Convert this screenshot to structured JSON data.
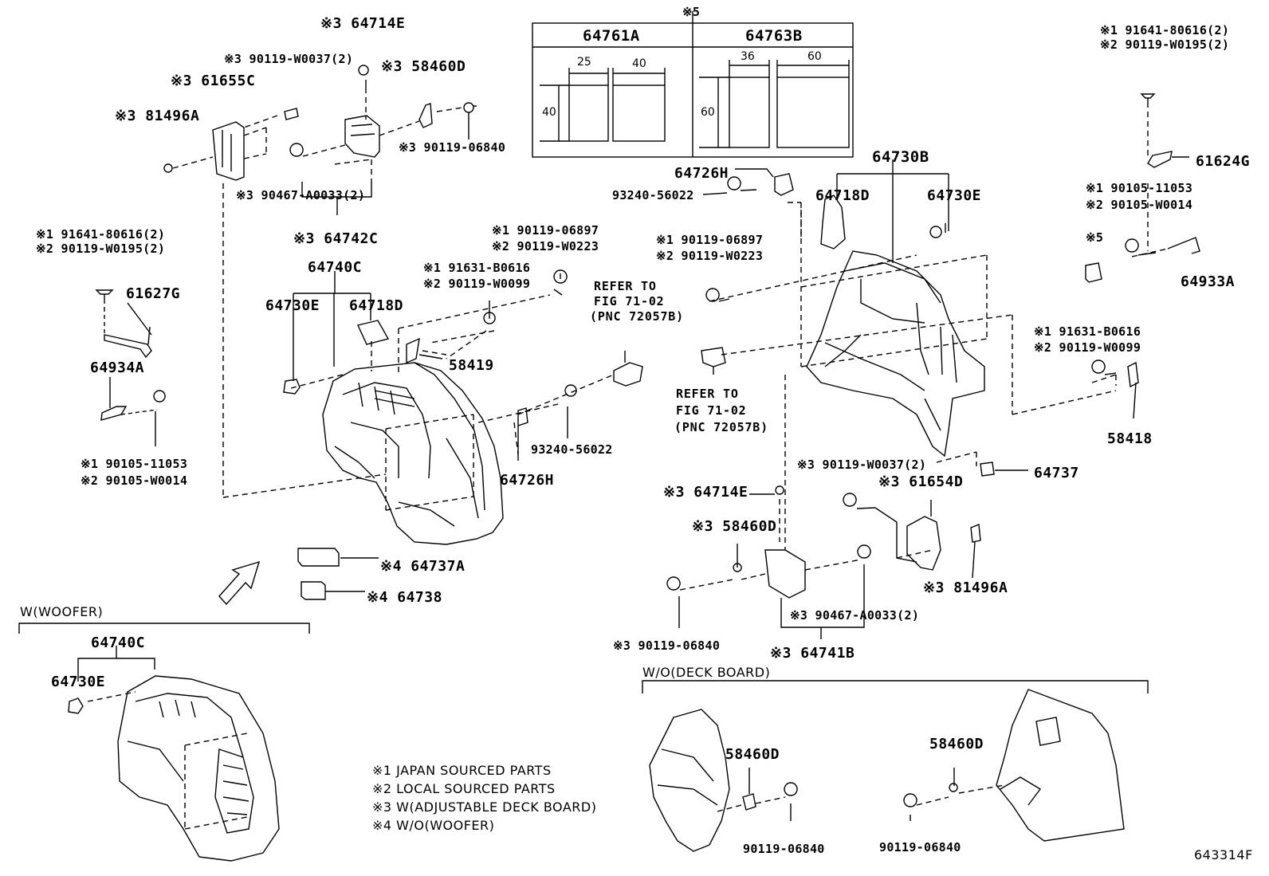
{
  "top_left": {
    "c64714E": "※3 64714E",
    "c61655C": "※3 61655C",
    "c90119W0037": "※3 90119-W0037(2)",
    "c58460D": "※3 58460D",
    "c81496A": "※3 81496A",
    "c90119_06840": "※3 90119-06840",
    "c90467A0033": "※3 90467-A0033(2)",
    "c64742C": "※3 64742C"
  },
  "table": {
    "top_note": "※5",
    "col1_header": "64761A",
    "col2_header": "64763B",
    "col1_dims": [
      "25",
      "40",
      "40"
    ],
    "col2_dims": [
      "36",
      "60",
      "60"
    ]
  },
  "left_parts": {
    "a91641": "※1 91641-80616(2)",
    "a90119W0195": "※2 90119-W0195(2)",
    "p61627G": "61627G",
    "p64934A": "64934A",
    "a90105_11053": "※1  90105-11053",
    "a90105W0014": "※2  90105-W0014"
  },
  "center_parts": {
    "p64740C": "64740C",
    "p64730E": "64730E",
    "p64718D": "64718D",
    "p58419": "58419",
    "b91631": "※1 91631-B0616",
    "b90119W0099": "※2 90119-W0099",
    "b90119_06897": "※1 90119-06897",
    "b90119W0223": "※2 90119-W0223",
    "p93240": "93240-56022",
    "p64726H": "64726H",
    "ref_line1": "REFER TO",
    "ref_line2": "FIG 71-02",
    "ref_line3": "(PNC 72057B)",
    "p64737A": "※4 64737A",
    "p64738": "※4 64738"
  },
  "right_parts": {
    "p64726H": "64726H",
    "p93240": "93240-56022",
    "p64730B": "64730B",
    "p64718D": "64718D",
    "p64730E": "64730E",
    "r90119_06897": "※1 90119-06897",
    "r90119W0223": "※2 90119-W0223",
    "ref_line1": "REFER TO",
    "ref_line2": "FIG 71-02",
    "ref_line3": "(PNC 72057B)",
    "r91641": "※1 91641-80616(2)",
    "r90119W0195": "※2 90119-W0195(2)",
    "p61624G": "61624G",
    "r90105_11053": "※1 90105-11053",
    "r90105W0014": "※2 90105-W0014",
    "s5": "※5",
    "p64933A": "64933A",
    "r91631": "※1 91631-B0616",
    "r90119W0099": "※2 90119-W0099",
    "p58418": "58418",
    "p64737": "64737",
    "r90119W0037": "※3 90119-W0037(2)",
    "r61654D": "※3 61654D",
    "r64714E": "※3 64714E",
    "r58460D": "※3 58460D",
    "r81496A": "※3 81496A",
    "r90467A0033": "※3 90467-A0033(2)",
    "r90119_06840": "※3 90119-06840",
    "r64741B": "※3 64741B"
  },
  "woofer": {
    "heading": "W(WOOFER)",
    "p64740C": "64740C",
    "p64730E": "64730E"
  },
  "deck": {
    "heading": "W/O(DECK BOARD)",
    "p58460D_left": "58460D",
    "p58460D_right": "58460D",
    "bolt_left": "90119-06840",
    "bolt_right": "90119-06840"
  },
  "notes": [
    "※1  JAPAN SOURCED PARTS",
    "※2  LOCAL SOURCED PARTS",
    "※3  W(ADJUSTABLE DECK BOARD)",
    "※4  W/O(WOOFER)"
  ],
  "figure_code": "643314F"
}
